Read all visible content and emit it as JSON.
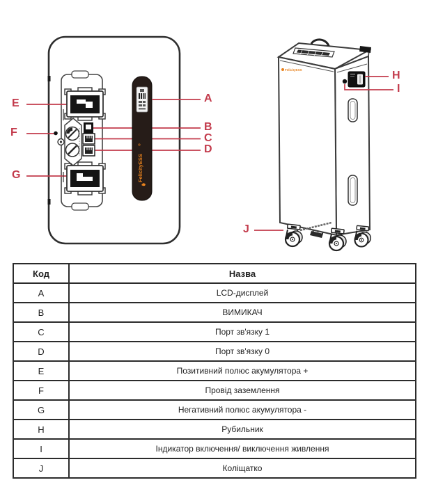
{
  "colors": {
    "callout": "#c33b4c",
    "logo": "#e8821e",
    "strip": "#261c18"
  },
  "diagram": {
    "brand_logo_text": "FelicityESS",
    "callouts": {
      "a": "A",
      "b": "B",
      "c": "C",
      "d": "D",
      "e": "E",
      "f": "F",
      "g": "G",
      "h": "H",
      "i": "I",
      "j": "J"
    }
  },
  "table": {
    "header": {
      "code": "Код",
      "name": "Назва"
    },
    "rows": [
      {
        "code": "A",
        "name": "LCD-дисплей"
      },
      {
        "code": "B",
        "name": "ВИМИКАЧ"
      },
      {
        "code": "C",
        "name": "Порт зв'язку 1"
      },
      {
        "code": "D",
        "name": "Порт зв'язку 0"
      },
      {
        "code": "E",
        "name": "Позитивний полюс акумулятора +"
      },
      {
        "code": "F",
        "name": "Провід заземлення"
      },
      {
        "code": "G",
        "name": "Негативний полюс акумулятора -"
      },
      {
        "code": "H",
        "name": "Рубильник"
      },
      {
        "code": "I",
        "name": "Індикатор включення/ виключення живлення"
      },
      {
        "code": "J",
        "name": "Коліщатко"
      }
    ]
  }
}
